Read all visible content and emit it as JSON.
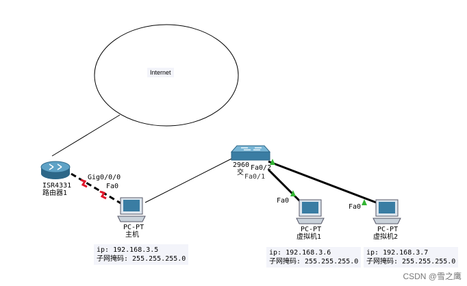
{
  "cloud": {
    "label": "Internet"
  },
  "router": {
    "model": "ISR4331",
    "name": "路由器1"
  },
  "switch": {
    "model": "2960",
    "name": "交",
    "port_a": "Fa0/2",
    "port_b": "Fa0/1"
  },
  "pc_host": {
    "type": "PC-PT",
    "name": "主机",
    "ip": "ip: 192.168.3.5",
    "mask": "子网掩码: 255.255.255.0"
  },
  "vm1": {
    "type": "PC-PT",
    "name": "虚拟机1",
    "ip": "ip: 192.168.3.6",
    "mask": "子网掩码: 255.255.255.0"
  },
  "vm2": {
    "type": "PC-PT",
    "name": "虚拟机2",
    "ip": "ip: 192.168.3.7",
    "mask": "子网掩码: 255.255.255.0"
  },
  "ports": {
    "router_gig": "Gig0/0/0",
    "host_fa": "Fa0",
    "vm1_fa": "Fa0",
    "vm2_fa": "Fa0"
  },
  "colors": {
    "link_down": "#e0172b",
    "link_up": "#32b432",
    "device_blue": "#3a7da3"
  },
  "watermark": "CSDN @雪之鹰"
}
